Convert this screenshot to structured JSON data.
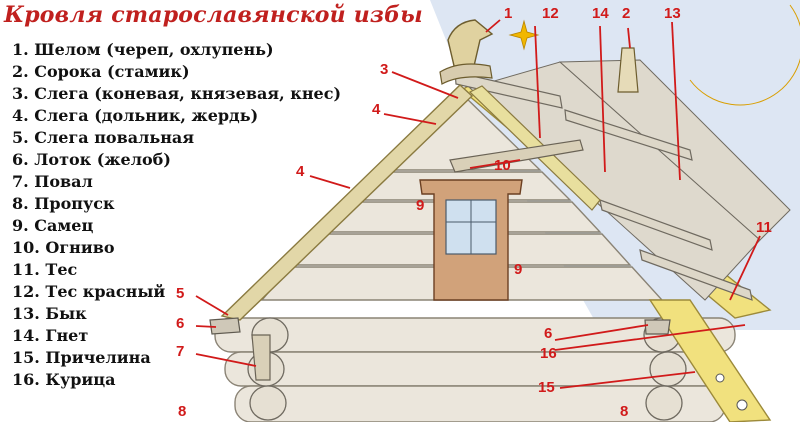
{
  "title": "Кровля старославянской избы",
  "legend": [
    "1. Шелом (череп, охлупень)",
    "2. Сорока (стамик)",
    "3. Слега (коневая, князевая, кнес)",
    "4. Слега (дольник, жердь)",
    "5. Слега повальная",
    "6. Лоток (желоб)",
    "7. Повал",
    "8. Пропуск",
    "9. Самец",
    "10. Огниво",
    "11. Тес",
    "12. Тес красный",
    "13. Бык",
    "14. Гнет",
    "15. Причелина",
    "16. Курица"
  ],
  "callouts": {
    "c1": "1",
    "c12": "12",
    "c14": "14",
    "c2": "2",
    "c13": "13",
    "c3": "3",
    "c4a": "4",
    "c4b": "4",
    "c10": "10",
    "c9a": "9",
    "c9b": "9",
    "c11": "11",
    "c5": "5",
    "c6a": "6",
    "c7": "7",
    "c6b": "6",
    "c16": "16",
    "c15": "15",
    "c8a": "8",
    "c8b": "8"
  },
  "colors": {
    "title": "#c0201e",
    "callout": "#d11a1a",
    "sky": "#dde6f3",
    "log": "#ebe6dc",
    "yellow_beam": "#f1e17e",
    "moon": "#f4c01a"
  }
}
